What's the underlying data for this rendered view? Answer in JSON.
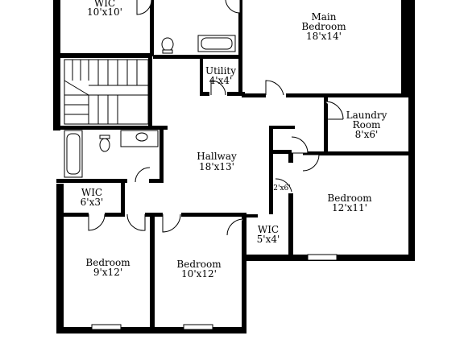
{
  "rooms": {
    "wic_top": {
      "name": "WIC",
      "size": "10'x10'"
    },
    "main": {
      "name1": "Main",
      "name2": "Bedroom",
      "size": "18'x14'"
    },
    "utility": {
      "name": "Utility",
      "size": "4'x4'"
    },
    "laundry": {
      "name1": "Laundry",
      "name2": "Room",
      "size": "8'x6'"
    },
    "hallway": {
      "name": "Hallway",
      "size": "18'x13'"
    },
    "closet": {
      "size": "2'x6'"
    },
    "wic_left": {
      "name": "WIC",
      "size": "6'x3'"
    },
    "bedroom_r": {
      "name": "Bedroom",
      "size": "12'x11'"
    },
    "wic_mid": {
      "name": "WIC",
      "size": "5'x4'"
    },
    "bedroom_l": {
      "name": "Bedroom",
      "size": "9'x12'"
    },
    "bedroom_m": {
      "name": "Bedroom",
      "size": "10'x12'"
    }
  }
}
